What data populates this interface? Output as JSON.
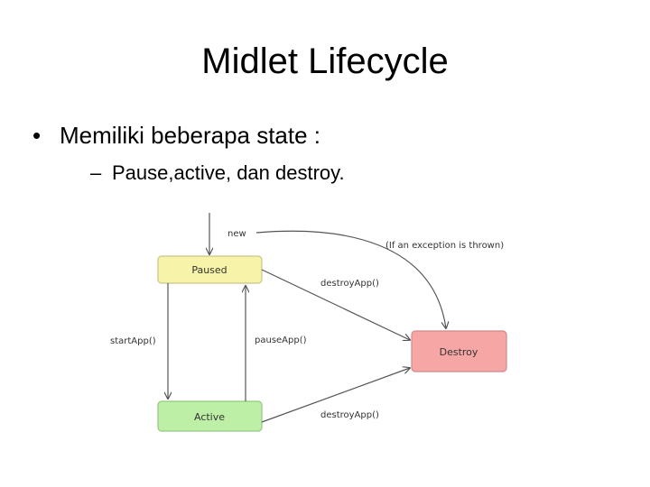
{
  "slide": {
    "title": "Midlet Lifecycle",
    "bullet": "Memiliki beberapa state :",
    "bullet_marker": "•",
    "sub_bullet": "Pause,active, dan destroy.",
    "sub_marker": "–"
  },
  "diagram": {
    "states": {
      "paused": {
        "label": "Paused",
        "fill": "#f7f3a8",
        "stroke": "#c9c58a"
      },
      "active": {
        "label": "Active",
        "fill": "#bdf0a6",
        "stroke": "#93c97f"
      },
      "destroy": {
        "label": "Destroy",
        "fill": "#f7a6a6",
        "stroke": "#cf8a8a"
      }
    },
    "transitions": {
      "new": "new",
      "exception": "(If an exception is thrown)",
      "paused_to_destroy": "destroyApp()",
      "start": "startApp()",
      "pause": "pauseApp()",
      "active_to_destroy": "destroyApp()"
    }
  }
}
